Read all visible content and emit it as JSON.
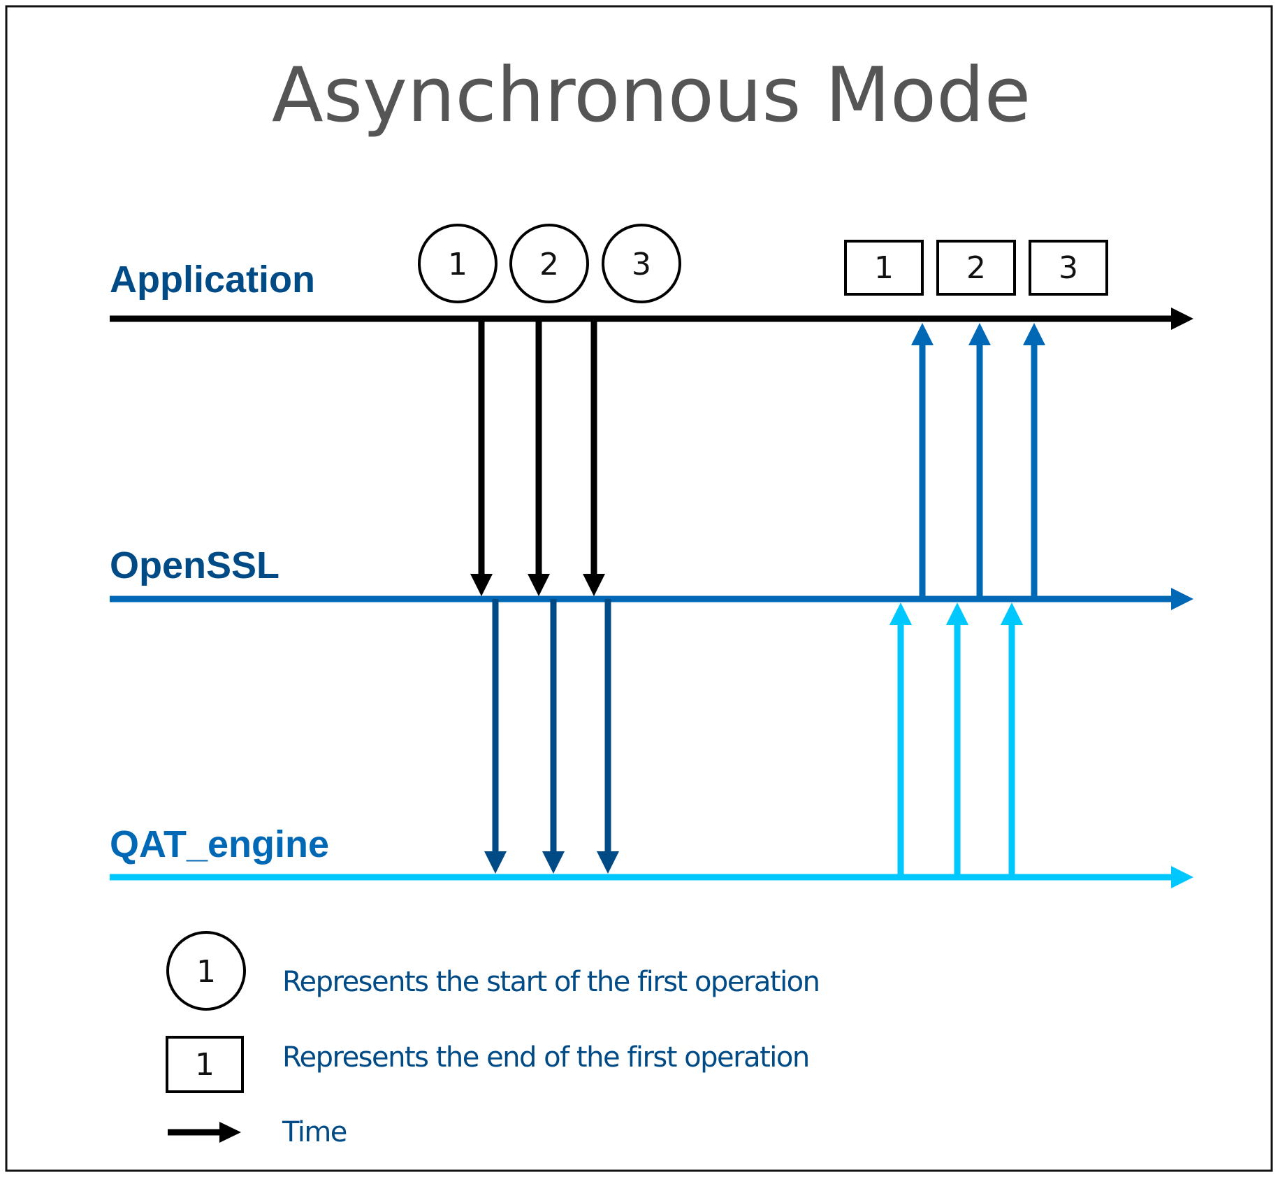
{
  "title": "Asynchronous Mode",
  "colors": {
    "application_line": "#000000",
    "openssl_line": "#0068b5",
    "openssl_down_arrow": "#004a86",
    "qat_line": "#00c7fd",
    "label_dark_blue": "#004a86",
    "label_mid_blue": "#0068b5",
    "label_light_blue": "#00aeef",
    "title_gray": "#555555"
  },
  "lanes": [
    {
      "id": "application",
      "label": "Application",
      "color": "#004a86",
      "line_color": "#000000"
    },
    {
      "id": "openssl",
      "label": "OpenSSL",
      "color": "#004a86",
      "line_color": "#0068b5"
    },
    {
      "id": "qat",
      "label": "QAT_engine",
      "color": "#0068b5",
      "line_color": "#00c7fd"
    }
  ],
  "start_markers": [
    "1",
    "2",
    "3"
  ],
  "end_markers": [
    "1",
    "2",
    "3"
  ],
  "legend": {
    "start": {
      "symbol": "1",
      "text": "Represents the start of the first operation"
    },
    "end": {
      "symbol": "1",
      "text": "Represents the end of the first operation"
    },
    "time": {
      "text": "Time"
    }
  }
}
